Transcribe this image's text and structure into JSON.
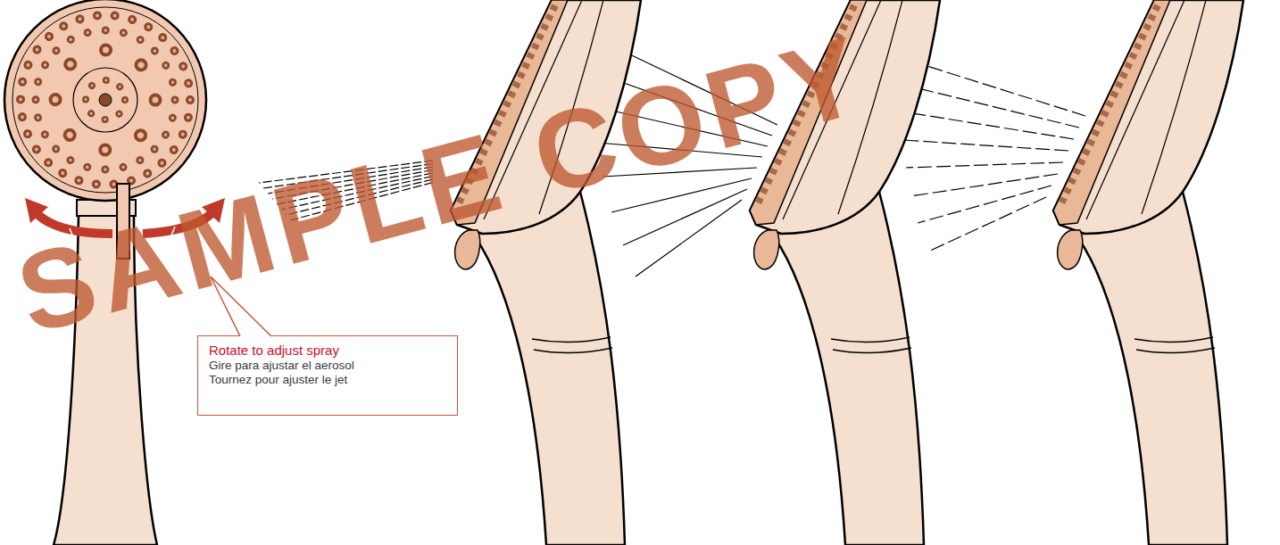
{
  "diagram": {
    "nodes": [
      {
        "text": [
          "Rotate to adjust spray",
          "Gire para ajustar el aerosol",
          "Tournez pour ajuster le jet"
        ]
      }
    ],
    "labels": [
      "SAMPLE COPY"
    ]
  }
}
